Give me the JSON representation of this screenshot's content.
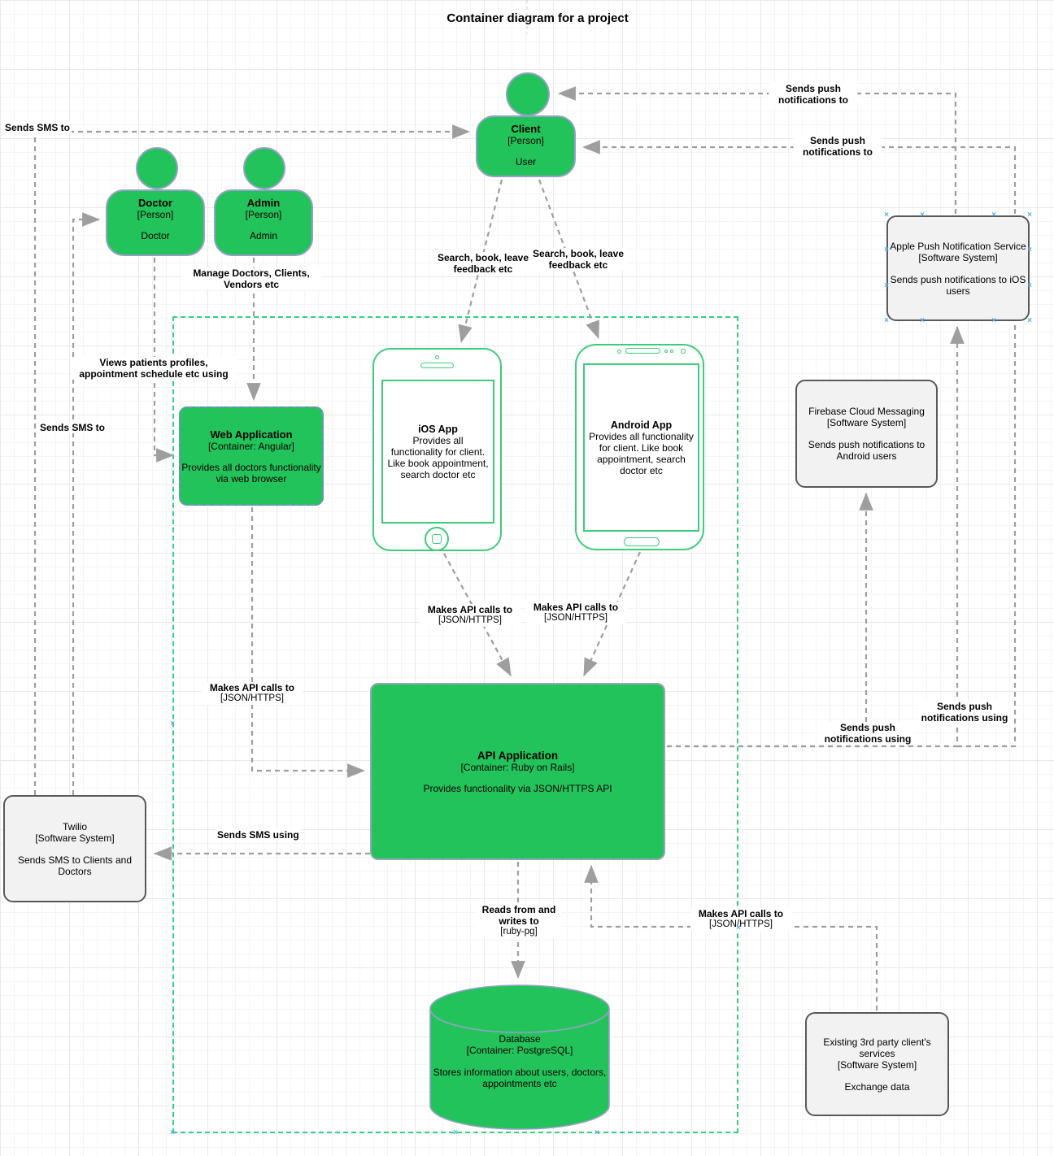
{
  "title": "Container diagram for a project",
  "nodes": {
    "client": {
      "name": "Client",
      "type": "[Person]",
      "desc": "User"
    },
    "doctor": {
      "name": "Doctor",
      "type": "[Person]",
      "desc": "Doctor"
    },
    "admin": {
      "name": "Admin",
      "type": "[Person]",
      "desc": "Admin"
    },
    "web_app": {
      "name": "Web Application",
      "type": "[Container: Angular]",
      "desc": "Provides all doctors functionality via web browser"
    },
    "ios_app": {
      "name": "iOS App",
      "desc": "Provides all functionality for client. Like book appointment, search doctor etc"
    },
    "android_app": {
      "name": "Android App",
      "desc": "Provides all functionality for client. Like book appointment, search doctor etc"
    },
    "api_app": {
      "name": "API Application",
      "type": "[Container: Ruby on Rails]",
      "desc": "Provides functionality via JSON/HTTPS API"
    },
    "database": {
      "name": "Database",
      "type": "[Container: PostgreSQL]",
      "desc": "Stores information about users, doctors, appointments etc"
    },
    "twilio": {
      "name": "Twilio",
      "type": "[Software System]",
      "desc": "Sends SMS to Clients and Doctors"
    },
    "apns": {
      "name": "Apple Push Notification Service",
      "type": "[Software System]",
      "desc": "Sends push notifications to iOS users"
    },
    "fcm": {
      "name": "Firebase Cloud Messaging",
      "type": "[Software System]",
      "desc": "Sends push notifications to Android users"
    },
    "third_party": {
      "name": "Existing 3rd party client's services",
      "type": "[Software System]",
      "desc": "Exchange data"
    }
  },
  "labels": {
    "twilio_client": {
      "text": "Sends SMS to"
    },
    "twilio_doctor": {
      "text": "Sends SMS to"
    },
    "apns_client": {
      "text": "Sends push notifications to"
    },
    "fcm_client": {
      "text": "Sends push notifications to"
    },
    "admin_webapp": {
      "text": "Manage Doctors, Clients, Vendors etc"
    },
    "client_ios": {
      "text": "Search, book, leave feedback etc"
    },
    "client_android": {
      "text": "Search, book, leave feedback etc"
    },
    "doctor_webapp": {
      "text": "Views patients profiles, appointment schedule etc using"
    },
    "ios_api": {
      "text": "Makes API calls to",
      "tech": "[JSON/HTTPS]"
    },
    "android_api": {
      "text": "Makes API calls to",
      "tech": "[JSON/HTTPS]"
    },
    "webapp_api": {
      "text": "Makes API calls to",
      "tech": "[JSON/HTTPS]"
    },
    "api_fcm": {
      "text": "Sends push notifications using"
    },
    "api_apns": {
      "text": "Sends push notifications using"
    },
    "api_twilio": {
      "text": "Sends SMS using"
    },
    "api_db": {
      "text": "Reads from and writes to",
      "tech": "[ruby-pg]"
    },
    "third_api": {
      "text": "Makes API calls to",
      "tech": "[JSON/HTTPS]"
    }
  },
  "colors": {
    "node_green": "#23c35b",
    "phone_stroke": "#3dcc7a",
    "boundary_green": "#35d07c",
    "node_border": "#97a0c8",
    "gray_fill": "#f2f2f2",
    "gray_border": "#595959",
    "arrow_gray": "#9e9e9e",
    "selection_blue": "#54aef5"
  }
}
